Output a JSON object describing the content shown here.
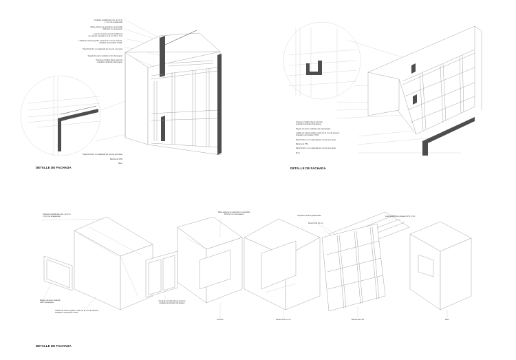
{
  "sheet": {
    "top_left": {
      "title": "DETALLE DE FACHADA",
      "notes": [
        "Acabado estabilizado esm. de 2 cm\ny 1 cm de anaquerado",
        "Placa aislante de poliestireno expandido\nXPS de 6 cm de espesor",
        "Losa de concreto armado (e.MC)=11\nde espesor variable 11 a 21 cm 0.P.C. 0.21",
        "Ladrillo de mármol goldex crepis de 11 mm de espesor,\nacabado mamorizado C.M.R.",
        "Panel M de 3.1 cm aplanado por una de sus caras",
        "Regulo de acero acabado color champagne",
        "Ventana corrediza fija de aluminio\nacabado anodizado champagne"
      ],
      "bottom_notes": [
        "Panel M de 3.1 cm aplanado por una de sus caras",
        "Barreta de PTE",
        "Muro"
      ]
    },
    "top_right": {
      "title": "DETALLE DE FACHADA",
      "notes": [
        "Ventana corrediza fija de aluminio\nacabado anodizado champagne",
        "Regulo de acero acabado color champagne",
        "Ladrillo de mármol goldex crepis de 11 mm de espesor,\nacabado mamorizado C.M.R.",
        "Panel M de 3.1 cm aplanado por una de sus caras",
        "Barreta de PTE",
        "Panel M de 3.1 cm aplanado por una de sus caras",
        "Muro"
      ]
    },
    "bottom": {
      "title": "DETALLE DE FACHADA",
      "labels": {
        "acabado": "Acabado estabilizado esm. de 2 cm\ny 1 cm de anaquerado",
        "placa": "Placa aislante de poliestireno expandido\nXPS de 6 cm de espesor",
        "capitel": "Capitel de lámina galvanizada",
        "losa": "Losa de concreto armado 0.P.C. 0.21",
        "panel_top": "Panel M de 3.1 cm",
        "regulo": "Regulo de acero acabado\ncolor champagne",
        "ladrillo": "Ladrillo de mármol goldex crepis de 11 mm de espesor,\nacabado mamorizado C.M.R.",
        "ventana": "Ventana corrediza fija de aluminio\nacabado anodizado champagne",
        "soporte": "Soporte",
        "panel_bottom": "Panel M de 3.1 cm",
        "barreta": "Barreta de PTE",
        "muro": "Muro"
      }
    }
  }
}
